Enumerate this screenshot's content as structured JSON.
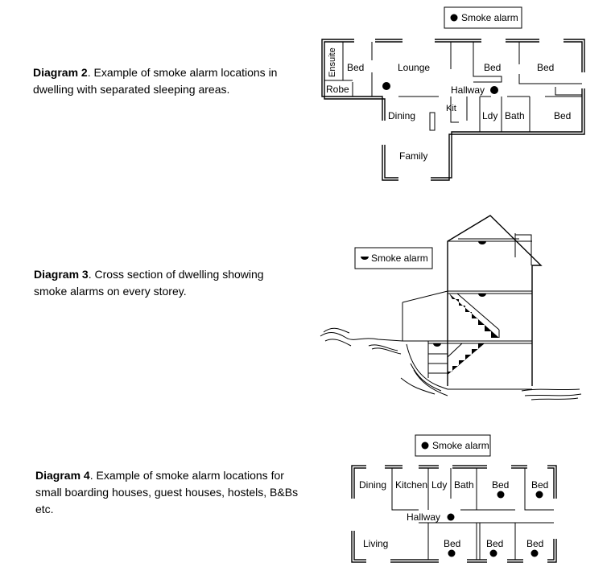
{
  "diagrams": [
    {
      "title": "Diagram 2",
      "text": ". Example of smoke alarm locations in dwelling with separated sleeping areas.",
      "legend": "Smoke alarm",
      "rooms": [
        "Ensuite",
        "Bed",
        "Lounge",
        "Bed",
        "Bed",
        "Robe",
        "Hallway",
        "Kit",
        "Dining",
        "Ldy",
        "Bath",
        "Bed",
        "Family"
      ]
    },
    {
      "title": "Diagram 3",
      "text": ". Cross section of dwelling showing smoke alarms on every storey.",
      "legend": "Smoke alarm"
    },
    {
      "title": "Diagram 4",
      "text": ". Example of smoke alarm locations for small boarding houses, guest houses, hostels, B&Bs etc.",
      "legend": "Smoke alarm",
      "rooms": [
        "Dining",
        "Kitchen",
        "Ldy",
        "Bath",
        "Bed",
        "Bed",
        "Hallway",
        "Living",
        "Bed",
        "Bed",
        "Bed"
      ]
    }
  ]
}
